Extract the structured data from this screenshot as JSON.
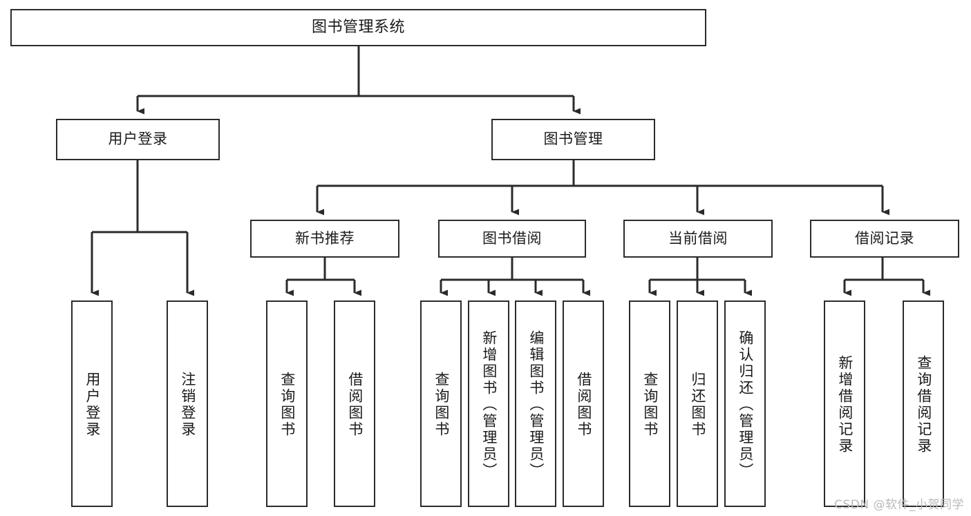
{
  "diagram": {
    "title": "图书管理系统",
    "type": "tree-hierarchy",
    "watermark": "CSDN @软件_小贺同学",
    "colors": {
      "stroke": "#2b2b2b",
      "fill": "#ffffff",
      "text": "#1a1a1a",
      "watermark": "#b9b9b9"
    },
    "levels": {
      "root": {
        "label": "图书管理系统"
      },
      "level2": [
        {
          "label": "用户登录"
        },
        {
          "label": "图书管理"
        }
      ],
      "level3": [
        {
          "label": "新书推荐"
        },
        {
          "label": "图书借阅"
        },
        {
          "label": "当前借阅"
        },
        {
          "label": "借阅记录"
        }
      ],
      "leaves": {
        "user_login": [
          {
            "label": "用户登录"
          },
          {
            "label": "注销登录"
          }
        ],
        "new_book_recommend": [
          {
            "label": "查询图书"
          },
          {
            "label": "借阅图书"
          }
        ],
        "book_borrow": [
          {
            "label": "查询图书"
          },
          {
            "label": "新增图书（管理员）"
          },
          {
            "label": "编辑图书（管理员）"
          },
          {
            "label": "借阅图书"
          }
        ],
        "current_borrow": [
          {
            "label": "查询图书"
          },
          {
            "label": "归还图书"
          },
          {
            "label": "确认归还（管理员）"
          }
        ],
        "borrow_record": [
          {
            "label": "新增借阅记录"
          },
          {
            "label": "查询借阅记录"
          }
        ]
      }
    }
  }
}
